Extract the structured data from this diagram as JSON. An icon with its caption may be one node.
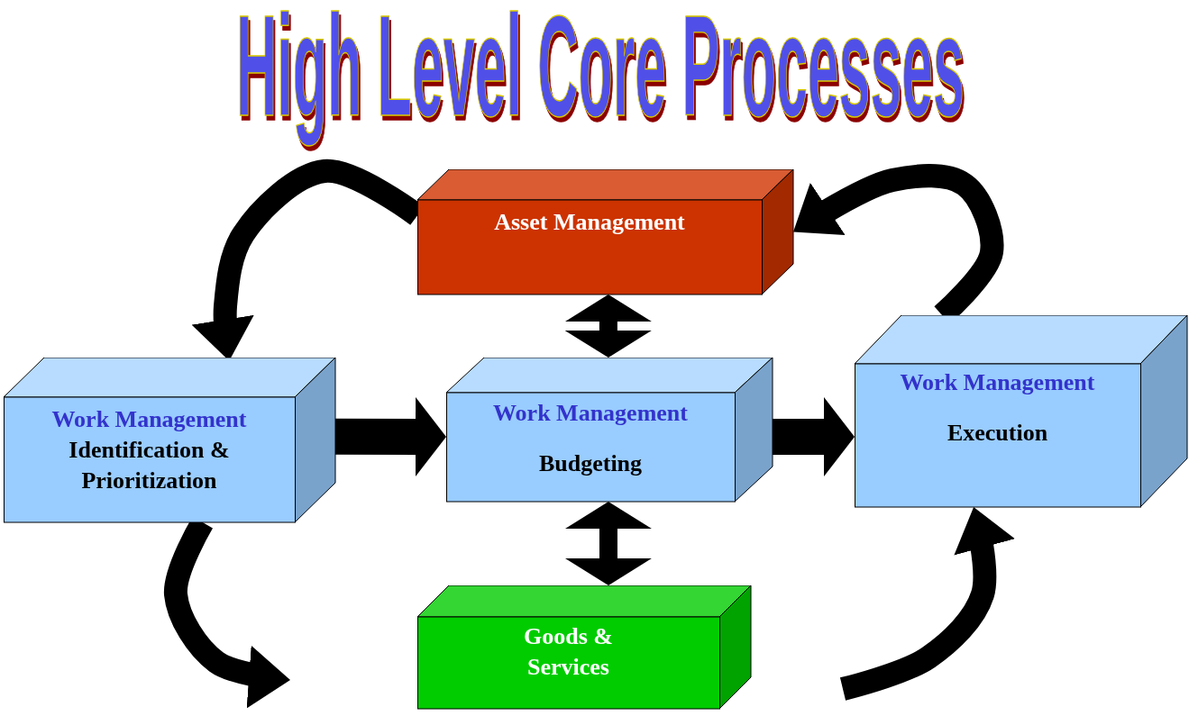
{
  "diagram": {
    "title": "High Level Core Processes",
    "nodes": [
      {
        "text": [
          "Asset Management"
        ]
      },
      {
        "text": [
          "Work Management",
          "Identification & Prioritization"
        ]
      },
      {
        "text": [
          "Work Management",
          "Budgeting"
        ]
      },
      {
        "text": [
          "Work Management",
          "Execution"
        ]
      },
      {
        "text": [
          "Goods & Services"
        ]
      }
    ],
    "edges": [
      {
        "from": 0,
        "to": 1,
        "arrow": "to"
      },
      {
        "from": 0,
        "to": 2,
        "arrow": "both"
      },
      {
        "from": 2,
        "to": 4,
        "arrow": "both"
      },
      {
        "from": 1,
        "to": 2,
        "arrow": "to"
      },
      {
        "from": 2,
        "to": 3,
        "arrow": "to"
      },
      {
        "from": 3,
        "to": 0,
        "arrow": "to"
      },
      {
        "from": 1,
        "to": null,
        "arrow": "to"
      },
      {
        "from": null,
        "to": 3,
        "arrow": "to"
      }
    ]
  }
}
